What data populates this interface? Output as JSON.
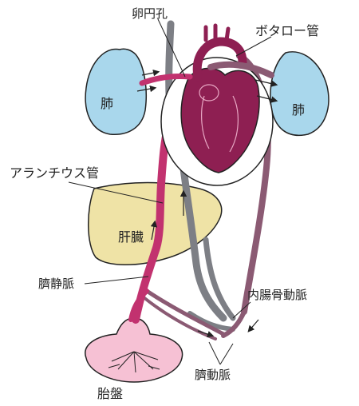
{
  "labels": {
    "foramen_ovale": "卵円孔",
    "ductus_arteriosus": "ボタロー管",
    "lung_left": "肺",
    "lung_right": "肺",
    "ductus_venosus": "アランチウス管",
    "liver": "肝臓",
    "umbilical_vein": "臍静脈",
    "internal_iliac_artery": "内腸骨動脈",
    "umbilical_artery": "臍動脈",
    "placenta": "胎盤"
  },
  "colors": {
    "lung": "#a9d7ec",
    "liver": "#efe3a6",
    "placenta": "#f6c1d4",
    "heart": "#8e1f52",
    "oxygenated_vessel": "#c2326f",
    "mixed_vessel": "#8b5a73",
    "deoxygenated_vessel": "#7d7f85",
    "outline": "#222222"
  }
}
